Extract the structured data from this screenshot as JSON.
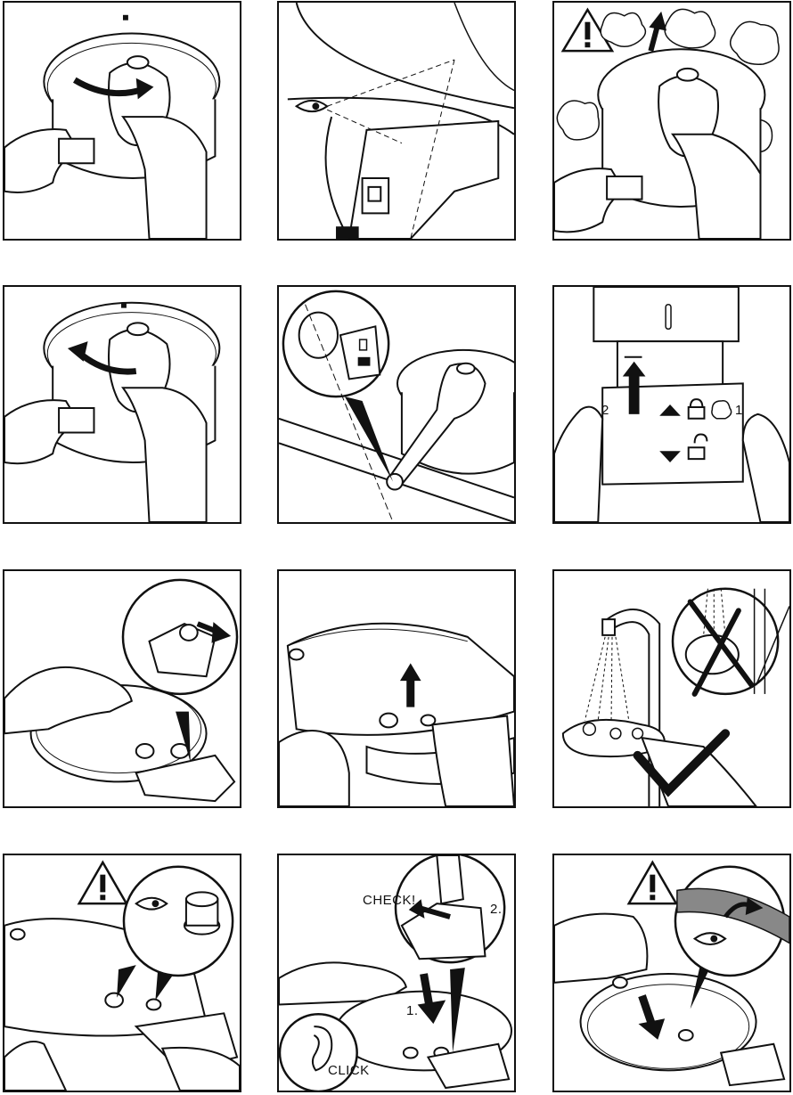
{
  "panels": [
    {
      "id": "p1",
      "icons": [
        "lid-close-arrow-icon",
        "hand-icon"
      ]
    },
    {
      "id": "p2",
      "icons": [
        "eye-icon",
        "lock-slider-icon"
      ]
    },
    {
      "id": "p3",
      "icons": [
        "warning-icon",
        "steam-cloud-icon",
        "up-arrow-icon"
      ]
    },
    {
      "id": "p4",
      "icons": [
        "lid-open-arrow-icon",
        "hand-icon"
      ]
    },
    {
      "id": "p5",
      "icons": [
        "magnifier-icon",
        "handle-icon"
      ]
    },
    {
      "id": "p6",
      "icons": [
        "lock-icon",
        "unlock-icon",
        "steam-icon",
        "up-arrow-icon"
      ],
      "slider_left_label": "2",
      "slider_right_label": "1"
    },
    {
      "id": "p7",
      "icons": [
        "release-arrow-icon",
        "magnifier-icon"
      ]
    },
    {
      "id": "p8",
      "icons": [
        "lift-arrow-icon"
      ]
    },
    {
      "id": "p9",
      "icons": [
        "tap-icon",
        "cross-icon",
        "checkmark-icon"
      ]
    },
    {
      "id": "p10",
      "icons": [
        "warning-icon",
        "eye-icon",
        "valve-icon"
      ]
    },
    {
      "id": "p11",
      "icons": [
        "ear-icon",
        "down-arrow-icon"
      ],
      "check_label": "CHECK!",
      "step2_label": "2.",
      "step1_label": "1.",
      "click_label": "CLICK"
    },
    {
      "id": "p12",
      "icons": [
        "warning-icon",
        "eye-icon",
        "down-arrow-icon"
      ]
    }
  ]
}
